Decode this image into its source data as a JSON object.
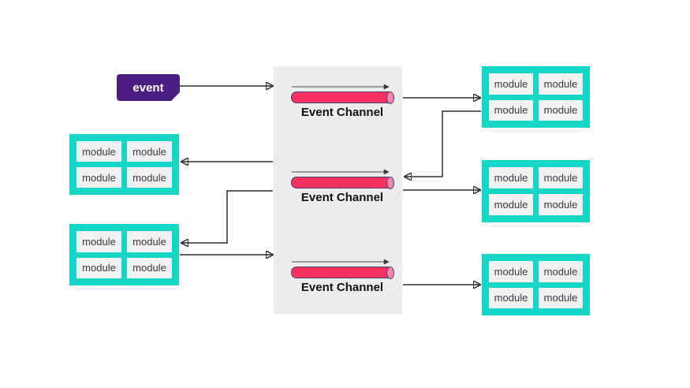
{
  "event_box": {
    "label": "event"
  },
  "channels": [
    {
      "label": "Event Channel"
    },
    {
      "label": "Event Channel"
    },
    {
      "label": "Event Channel"
    }
  ],
  "module_groups": {
    "left_top": {
      "modules": [
        "module",
        "module",
        "module",
        "module"
      ]
    },
    "left_bottom": {
      "modules": [
        "module",
        "module",
        "module",
        "module"
      ]
    },
    "right_top": {
      "modules": [
        "module",
        "module",
        "module",
        "module"
      ]
    },
    "right_middle": {
      "modules": [
        "module",
        "module",
        "module",
        "module"
      ]
    },
    "right_bottom": {
      "modules": [
        "module",
        "module",
        "module",
        "module"
      ]
    }
  },
  "connections": [
    {
      "from": "event",
      "to": "event-channel-1"
    },
    {
      "from": "event-channel-1",
      "to": "right-top-modules"
    },
    {
      "from": "right-top-modules",
      "to": "event-channel-2"
    },
    {
      "from": "event-channel-2",
      "to": "left-top-modules"
    },
    {
      "from": "event-channel-2",
      "to": "right-middle-modules"
    },
    {
      "from": "event-channel-2",
      "to": "left-bottom-modules"
    },
    {
      "from": "left-bottom-modules",
      "to": "event-channel-3"
    },
    {
      "from": "event-channel-3",
      "to": "right-bottom-modules"
    }
  ],
  "colors": {
    "event_box": "#4b1f82",
    "channel_cylinder": "#f8315f",
    "channel_cap": "#f585ac",
    "channel_outline": "#47406e",
    "module_group": "#14d7c8",
    "module_cell": "#f1f1f1",
    "panel": "#ececec",
    "arrow": "#2b2b2b"
  }
}
